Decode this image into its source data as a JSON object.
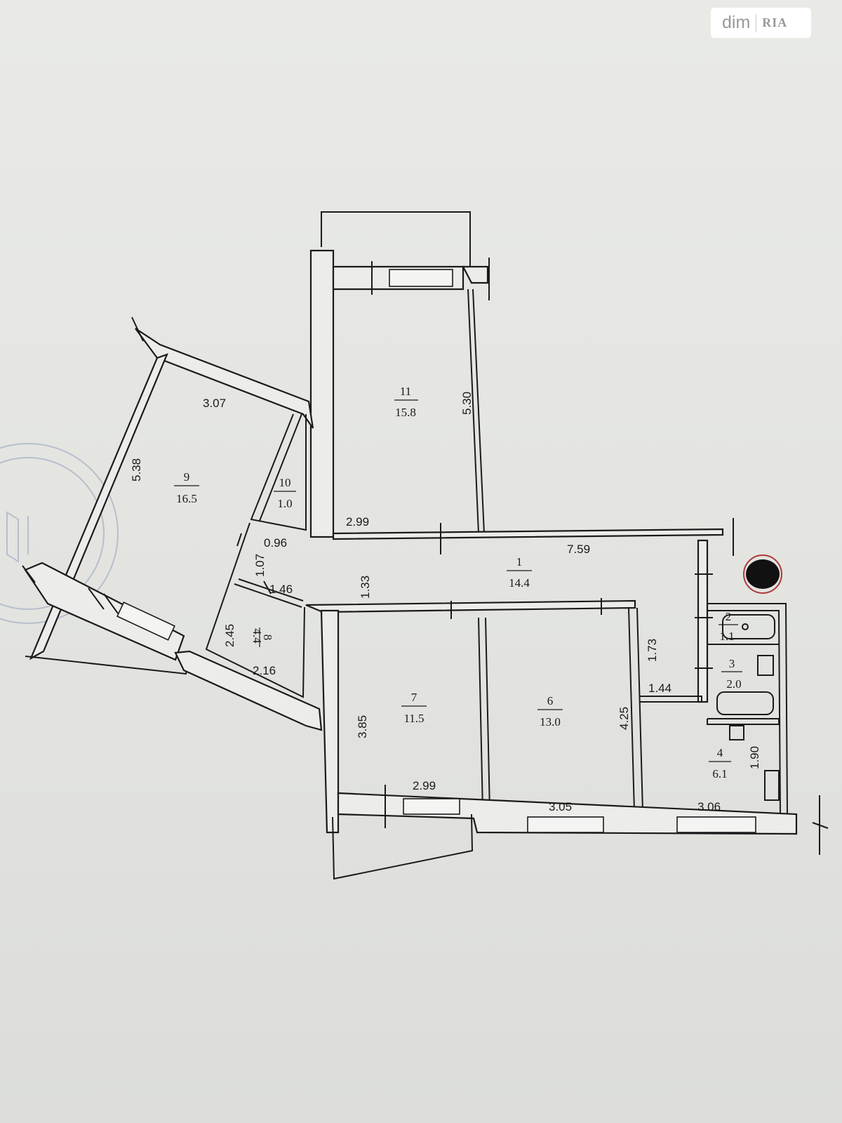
{
  "watermark": {
    "brand": "dim",
    "sub": "RIA"
  },
  "rooms": [
    {
      "id": "r1",
      "number": "1",
      "area": "14.4"
    },
    {
      "id": "r2",
      "number": "2",
      "area": "1.1"
    },
    {
      "id": "r3",
      "number": "3",
      "area": "2.0"
    },
    {
      "id": "r4",
      "number": "4",
      "area": "6.1"
    },
    {
      "id": "r6",
      "number": "6",
      "area": "13.0"
    },
    {
      "id": "r7",
      "number": "7",
      "area": "11.5"
    },
    {
      "id": "r8",
      "number": "8",
      "area": "4.4"
    },
    {
      "id": "r9",
      "number": "9",
      "area": "16.5"
    },
    {
      "id": "r10",
      "number": "10",
      "area": "1.0"
    },
    {
      "id": "r11",
      "number": "11",
      "area": "15.8"
    }
  ],
  "dimensions": [
    "5.30",
    "2.99",
    "3.07",
    "5.38",
    "0.96",
    "1.07",
    "1.46",
    "2.45",
    "2.16",
    "1.33",
    "7.59",
    "1.73",
    "1.44",
    "4.25",
    "3.85",
    "2.99",
    "3.05",
    "3.06",
    "1.90"
  ],
  "colors": {
    "background": "#e6e7e3",
    "lines": "#1b1b1b",
    "marker": "#111111",
    "marker_ring": "#b0393a"
  }
}
